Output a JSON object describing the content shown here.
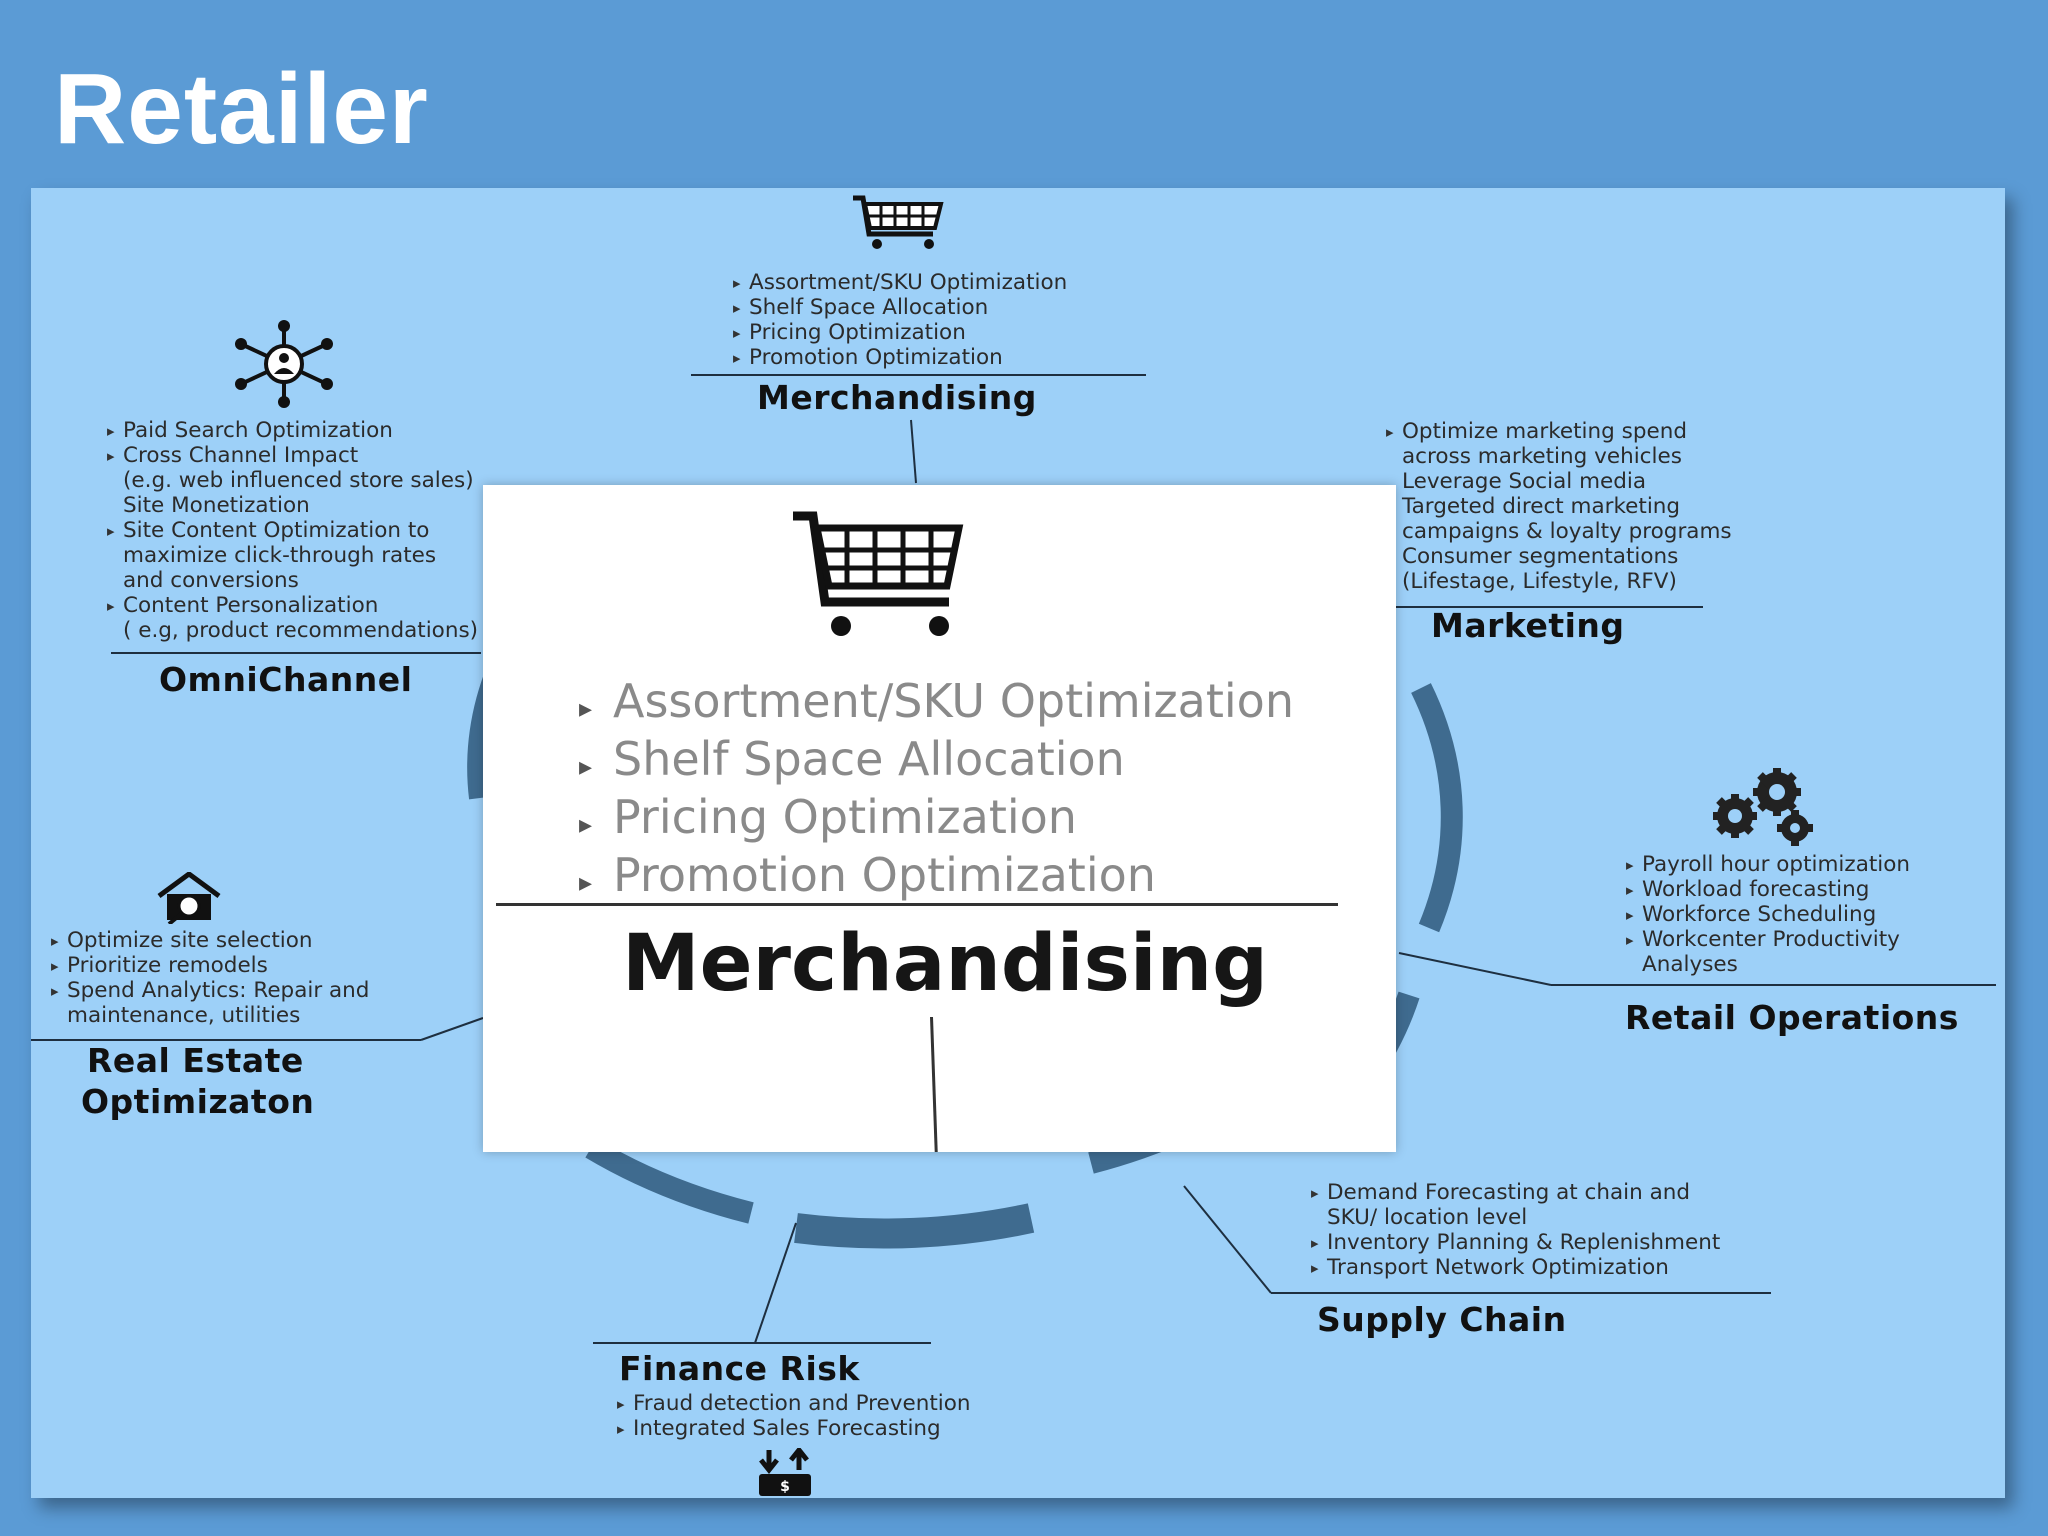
{
  "slide": {
    "title": "Retailer"
  },
  "merchandising": {
    "label": "Merchandising",
    "items": [
      "Assortment/SKU Optimization",
      "Shelf Space Allocation",
      "Pricing Optimization",
      "Promotion Optimization"
    ],
    "icon": "shopping-cart-icon"
  },
  "omnichannel": {
    "label": "OmniChannel",
    "items": [
      {
        "text": "Paid Search Optimization",
        "bullet": true
      },
      {
        "text": "Cross Channel Impact",
        "bullet": true
      },
      {
        "text": "(e.g. web influenced store sales)",
        "bullet": false
      },
      {
        "text": "Site Monetization",
        "bullet": false
      },
      {
        "text": "Site Content Optimization to",
        "bullet": true
      },
      {
        "text": "maximize click-through rates",
        "bullet": false
      },
      {
        "text": "and conversions",
        "bullet": false
      },
      {
        "text": "Content Personalization",
        "bullet": true
      },
      {
        "text": "( e.g, product recommendations)",
        "bullet": false
      }
    ],
    "icon": "network-person-icon"
  },
  "marketing": {
    "label": "Marketing",
    "items": [
      {
        "text": "Optimize marketing spend",
        "bullet": true
      },
      {
        "text": "across marketing vehicles",
        "bullet": false
      },
      {
        "text": "Leverage Social media",
        "bullet": false
      },
      {
        "text": "Targeted direct marketing",
        "bullet": false
      },
      {
        "text": "campaigns & loyalty programs",
        "bullet": false
      },
      {
        "text": "Consumer segmentations",
        "bullet": false
      },
      {
        "text": "(Lifestage, Lifestyle, RFV)",
        "bullet": false
      }
    ]
  },
  "retail_operations": {
    "label": "Retail Operations",
    "items": [
      {
        "text": "Payroll hour optimization",
        "bullet": true
      },
      {
        "text": "Workload forecasting",
        "bullet": true
      },
      {
        "text": "Workforce Scheduling",
        "bullet": true
      },
      {
        "text": "Workcenter Productivity",
        "bullet": true
      },
      {
        "text": "Analyses",
        "bullet": false
      }
    ],
    "icon": "gears-icon"
  },
  "real_estate": {
    "label_line1": "Real Estate",
    "label_line2": "Optimizaton",
    "items": [
      {
        "text": "Optimize site selection",
        "bullet": true
      },
      {
        "text": "Prioritize remodels",
        "bullet": true
      },
      {
        "text": "Spend Analytics: Repair and",
        "bullet": true
      },
      {
        "text": "maintenance, utilities",
        "bullet": false
      }
    ],
    "icon": "house-search-icon"
  },
  "supply_chain": {
    "label": "Supply Chain",
    "items": [
      {
        "text": "Demand Forecasting at chain and",
        "bullet": true
      },
      {
        "text": "SKU/ location level",
        "bullet": false
      },
      {
        "text": "Inventory Planning & Replenishment",
        "bullet": true
      },
      {
        "text": "Transport Network Optimization",
        "bullet": true
      }
    ]
  },
  "finance_risk": {
    "label": "Finance Risk",
    "items": [
      {
        "text": "Fraud detection and Prevention",
        "bullet": true
      },
      {
        "text": "Integrated Sales Forecasting",
        "bullet": true
      }
    ],
    "icon": "money-flow-icon"
  },
  "colors": {
    "background": "#5b9bd5",
    "panel": "#9dd0f8",
    "ring": "#3f6b8f",
    "ink": "#111111"
  }
}
